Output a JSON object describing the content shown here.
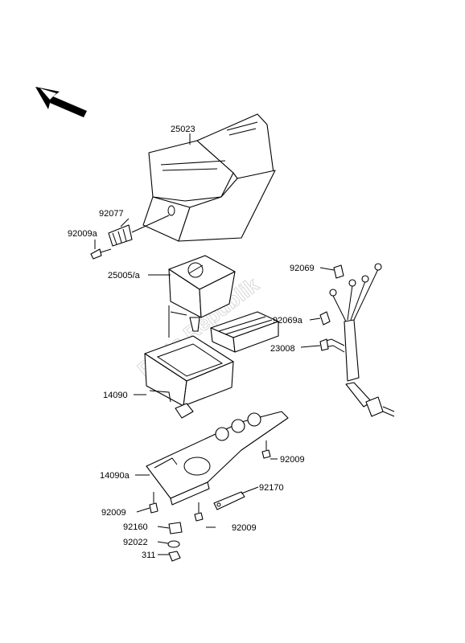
{
  "watermark": "Parts Republik",
  "parts": {
    "p25023": "25023",
    "p92077": "92077",
    "p92009a_top": "92009a",
    "p25005a": "25005/a",
    "p92069": "92069",
    "p92069a": "92069a",
    "p23008": "23008",
    "p14090": "14090",
    "p14090a": "14090a",
    "p92009_right": "92009",
    "p92170": "92170",
    "p92009_left": "92009",
    "p92160": "92160",
    "p92009_bottom": "92009",
    "p92022": "92022",
    "p311": "311"
  }
}
